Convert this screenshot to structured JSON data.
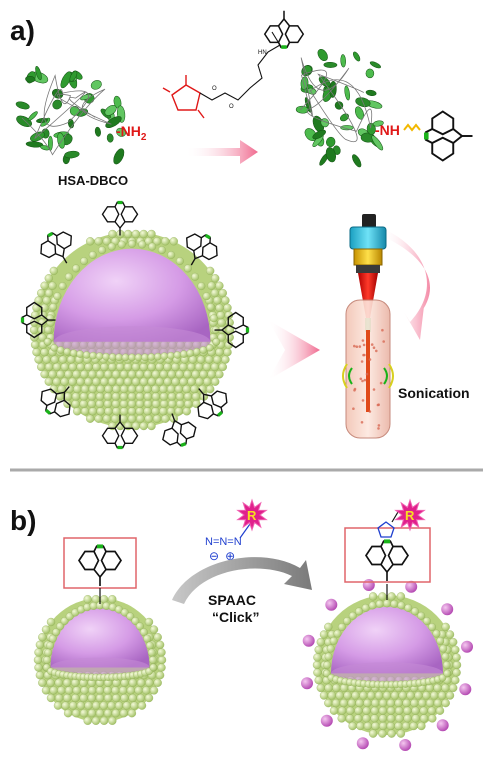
{
  "panel_a": {
    "label": "a)",
    "nh2": "-NH",
    "nh2_sub": "2",
    "protein_label": "HSA-DBCO",
    "nh_link": "-NH",
    "sonication": "Sonication"
  },
  "panel_b": {
    "label": "b)",
    "spaac_line1": "SPAAC",
    "spaac_line2": "“Click”",
    "r_label": "R",
    "r_label_product": "R",
    "minus": "⊖",
    "plus": "⊕"
  },
  "colors": {
    "protein": "#2f8f2f",
    "shell": "#cfe3a0",
    "core": "#d59be6",
    "red_amine": "#e01818",
    "green_alkyne": "#19b319",
    "arrow_pink": "#f07a9a",
    "dye": "#e0208c",
    "azide_blue": "#1f3fcf",
    "gray_arrow": "#9a9a9a"
  }
}
